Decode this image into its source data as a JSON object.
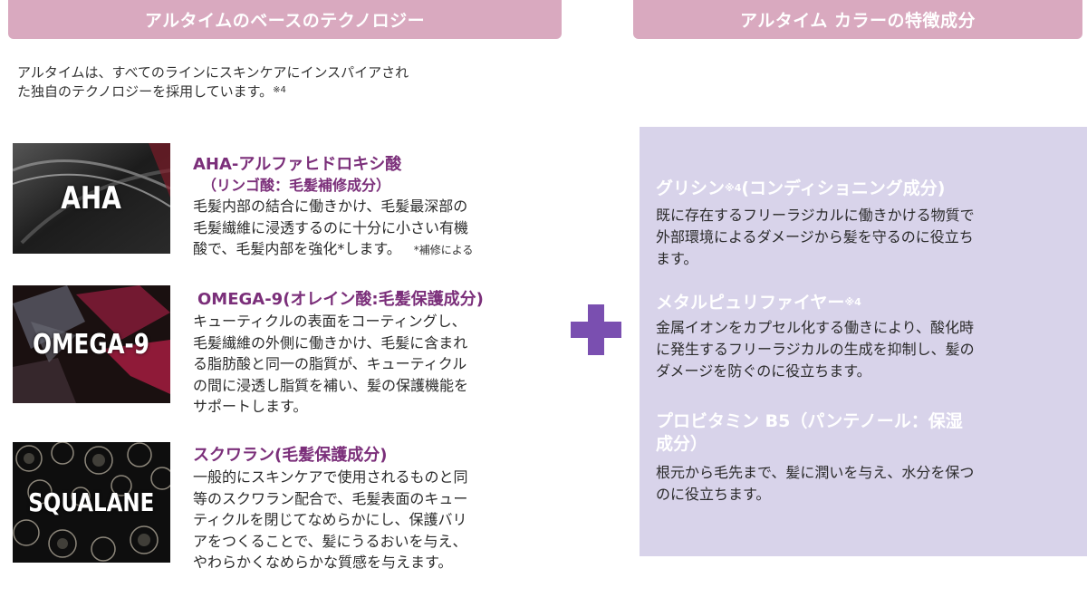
{
  "left_header": "アルタイムのベースのテクノロジー",
  "right_header": "アルタイム カラーの特徴成分",
  "intro": {
    "line1": "アルタイムは、すべてのラインにスキンケアにインスパイアされ",
    "line2": "た独自のテクノロジーを採用しています。",
    "note": "※4"
  },
  "ingredients": [
    {
      "image_label": "AHA",
      "title": "AHA-アルファヒドロキシ酸",
      "subtitle": "（リンゴ酸：毛髪補修成分）",
      "body_lines": [
        "毛髪内部の結合に働きかけ、毛髪最深部の",
        "毛髪繊維に浸透するのに十分に小さい有機",
        "酸で、毛髪内部を強化*します。"
      ],
      "footnote": "*補修による"
    },
    {
      "image_label": "OMEGA-9",
      "title": "OMEGA-9(オレイン酸:毛髪保護成分)",
      "body_lines": [
        "キューティクルの表面をコーティングし、",
        "毛髪繊維の外側に働きかけ、毛髪に含まれ",
        "る脂肪酸と同一の脂質が、キューティクル",
        "の間に浸透し脂質を補い、髪の保護機能を",
        "サポートします。"
      ]
    },
    {
      "image_label": "SQUALANE",
      "title": "スクワラン(毛髪保護成分)",
      "body_lines": [
        "一般的にスキンケアで使用されるものと同",
        "等のスクワラン配合で、毛髪表面のキュー",
        "ティクルを閉じてなめらかにし、保護バリ",
        "アをつくることで、髪にうるおいを与え、",
        "やわらかくなめらかな質感を与えます。"
      ]
    }
  ],
  "plus_icon": "plus-icon",
  "features": [
    {
      "title": "グリシン",
      "title_note": "※4",
      "title_suffix": "(コンディショニング成分)",
      "body_lines": [
        "既に存在するフリーラジカルに働きかける物質で",
        "外部環境によるダメージから髪を守るのに役立ち",
        "ます。"
      ]
    },
    {
      "title": "メタルピュリファイヤー",
      "title_note": "※4",
      "body_lines": [
        "金属イオンをカプセル化する働きにより、酸化時",
        "に発生するフリーラジカルの生成を抑制し、髪の",
        "ダメージを防ぐのに役立ちます。"
      ]
    },
    {
      "title_line1": "プロビタミン B5（パンテノール：保湿",
      "title_line2": "成分）",
      "body_lines": [
        "根元から毛先まで、髪に潤いを与え、水分を保つ",
        "のに役立ちます。"
      ]
    }
  ],
  "colors": {
    "header_pink": "#d9a9bf",
    "title_purple": "#7b2f7a",
    "plus_purple": "#7a4fb0",
    "panel_lavender": "#d8d3ea"
  }
}
